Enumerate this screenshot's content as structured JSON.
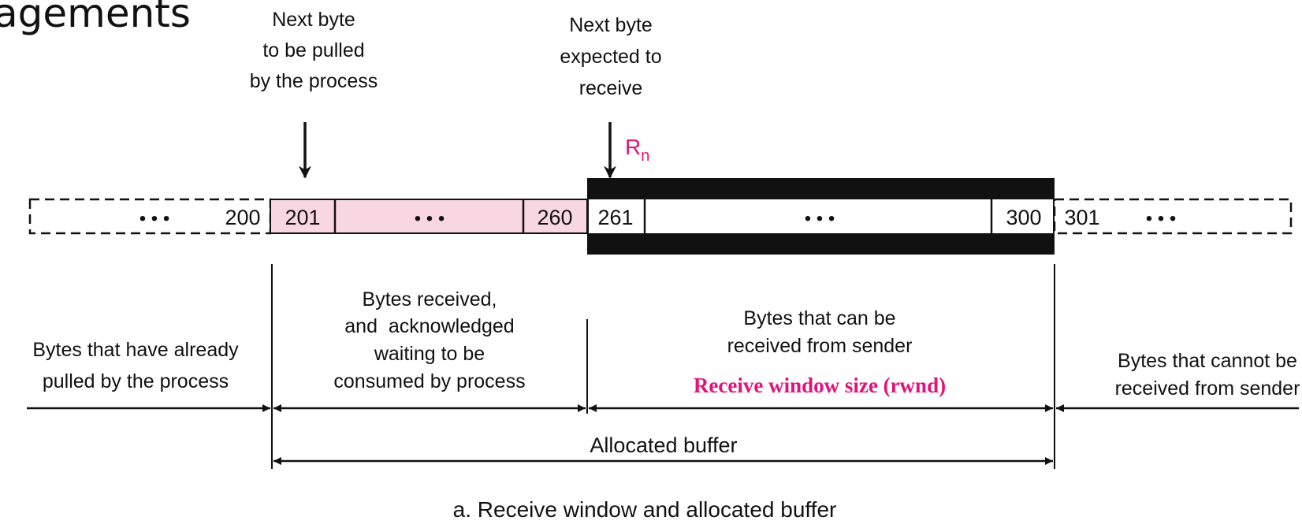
{
  "heading_fragment": "agements",
  "pointers": {
    "next_pulled": [
      "Next byte",
      "to be pulled",
      "by the process"
    ],
    "next_expected": [
      "Next byte",
      "expected to",
      "receive"
    ],
    "rn_letter": "R",
    "rn_subscript": "n"
  },
  "buffer": {
    "ellipsis": "• • •",
    "labels": {
      "b200": "200",
      "b201": "201",
      "b260": "260",
      "b261": "261",
      "b300": "300",
      "b301": "301"
    }
  },
  "regions": {
    "already_pulled": [
      "Bytes that have already",
      "pulled by the process"
    ],
    "received_acked": [
      "Bytes received,",
      "and  acknowledged",
      "waiting to be",
      "consumed by process"
    ],
    "can_receive": [
      "Bytes that can be",
      "received from sender"
    ],
    "rwnd": "Receive window size (rwnd)",
    "cannot_receive": [
      "Bytes that cannot be",
      "received from sender"
    ],
    "allocated": "Allocated buffer"
  },
  "caption": "a. Receive window and allocated buffer",
  "colors": {
    "pink_fill": "#f8d7e3",
    "magenta": "#e0137a",
    "black": "#111111"
  }
}
